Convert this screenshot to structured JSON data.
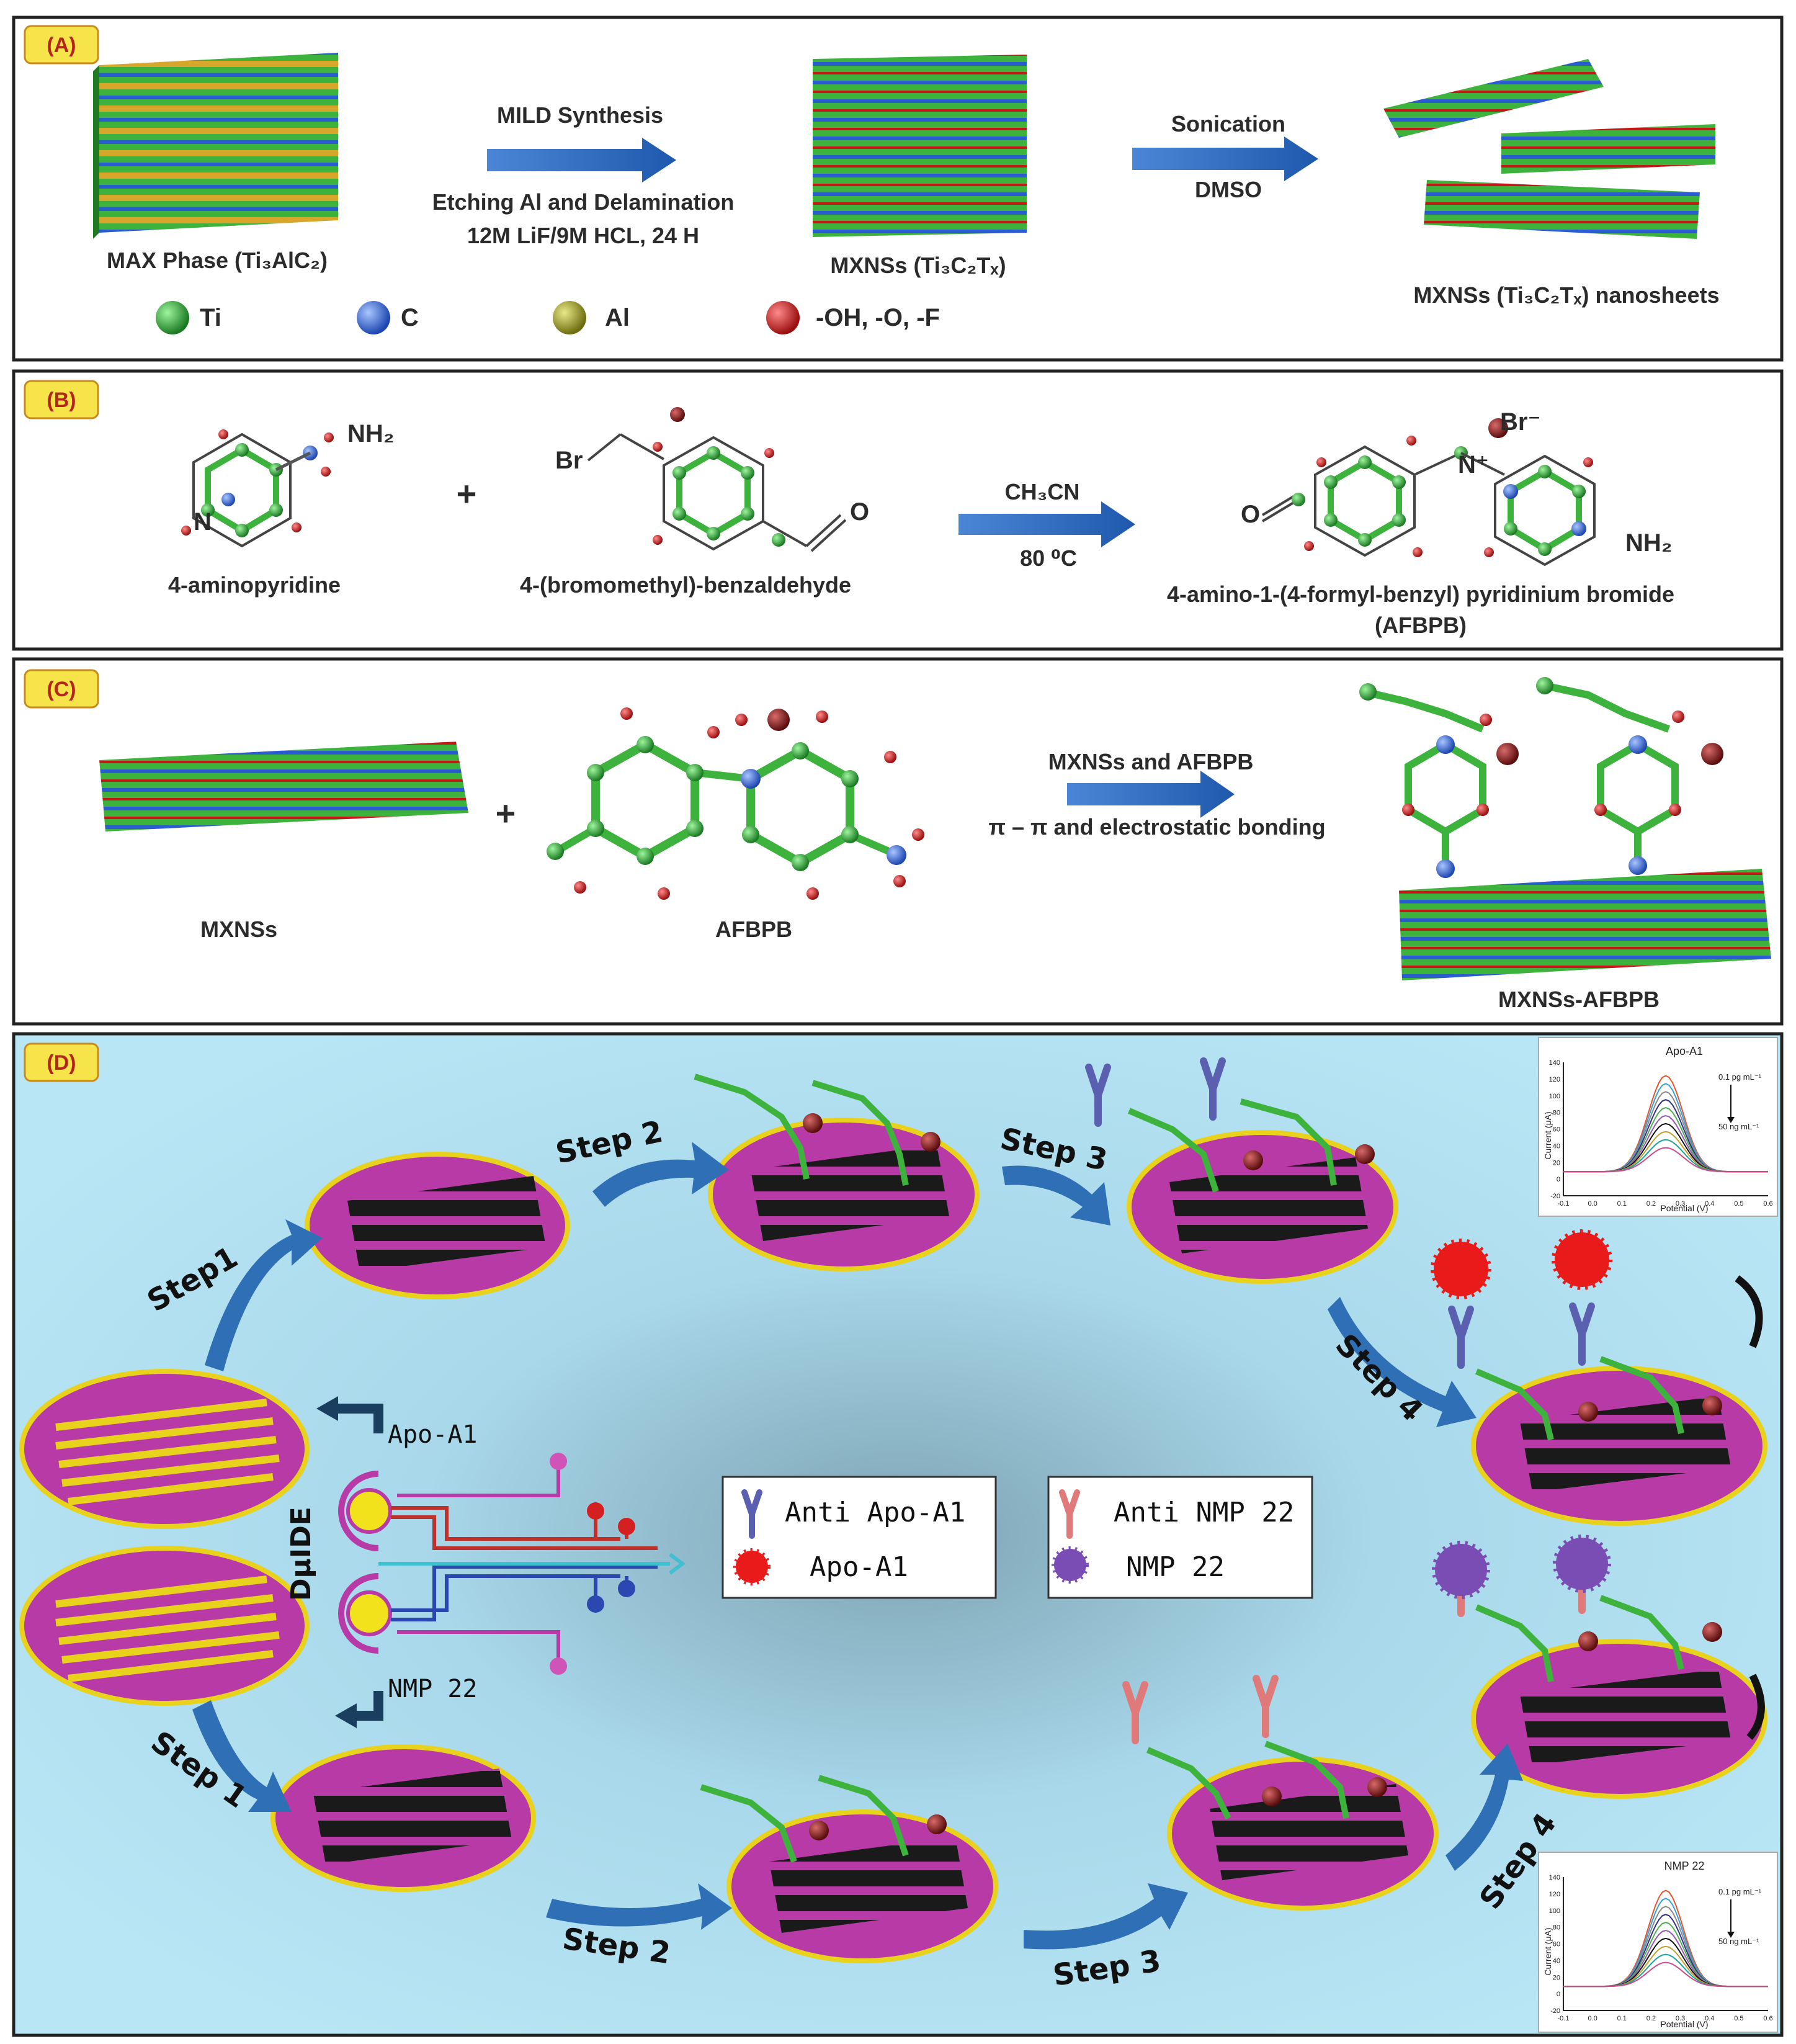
{
  "panels": {
    "a": {
      "tag": "(A)",
      "arrow1_top": "MILD Synthesis",
      "arrow1_bottom_1": "Etching Al and Delamination",
      "arrow1_bottom_2": "12M LiF/9M HCL, 24 H",
      "arrow2_top": "Sonication",
      "arrow2_bottom": "DMSO",
      "max_label": "MAX Phase (Ti₃AlC₂)",
      "mxns_label": "MXNSs (Ti₃C₂Tₓ)",
      "nanosheets_label": "MXNSs (Ti₃C₂Tₓ) nanosheets",
      "legend": [
        {
          "label": "Ti",
          "color": "#1f8a2a"
        },
        {
          "label": "C",
          "color": "#2a5bd0"
        },
        {
          "label": "Al",
          "color": "#8a8a1a"
        },
        {
          "label": "-OH, -O, -F",
          "color": "#c41818"
        }
      ]
    },
    "b": {
      "tag": "(B)",
      "nh2": "NH₂",
      "n": "N",
      "plus": "+",
      "br": "Br",
      "o": "O",
      "aminopyridine": "4-aminopyridine",
      "benzaldehyde": "4-(bromomethyl)-benzaldehyde",
      "solvent": "CH₃CN",
      "temp": "80 ⁰C",
      "product_ion": "Br⁻",
      "product_n": "N⁺",
      "product_o": "O",
      "product_nh2": "NH₂",
      "product_1": "4-amino-1-(4-formyl-benzyl) pyridinium bromide",
      "product_2": "(AFBPB)"
    },
    "c": {
      "tag": "(C)",
      "plus": "+",
      "arrow_top": "MXNSs and AFBPB",
      "arrow_bottom": "π – π and electrostatic bonding",
      "mxns": "MXNSs",
      "afbpb": "AFBPB",
      "product": "MXNSs-AFBPB"
    },
    "d": {
      "tag": "(D)",
      "steps": {
        "top1": "Step1",
        "top2": "Step 2",
        "top3": "Step 3",
        "top4": "Step 4",
        "bot1": "Step 1",
        "bot2": "Step 2",
        "bot3": "Step 3",
        "bot4": "Step 4"
      },
      "channel_apo": "Apo-A1",
      "channel_nmp": "NMP 22",
      "device": "DμIDE",
      "legend_left": [
        "Anti Apo-A1",
        "Apo-A1"
      ],
      "legend_right": [
        "Anti NMP 22",
        "NMP 22"
      ],
      "inset_top": {
        "title": "Apo-A1",
        "xlabel": "Potential (V)",
        "ylabel": "Current (μA)",
        "note_hi": "0.1 pg mL⁻¹",
        "note_lo": "50 ng mL⁻¹",
        "xticks": [
          "-0.1",
          "0.0",
          "0.1",
          "0.2",
          "0.3",
          "0.4",
          "0.5",
          "0.6"
        ],
        "yticks": [
          "140",
          "120",
          "100",
          "80",
          "60",
          "40",
          "20",
          "0",
          "-20"
        ]
      },
      "inset_bottom": {
        "title": "NMP 22",
        "xlabel": "Potential (V)",
        "ylabel": "Current (μA)",
        "note_hi": "0.1 pg mL⁻¹",
        "note_lo": "50 ng mL⁻¹",
        "xticks": [
          "-0.1",
          "0.0",
          "0.1",
          "0.2",
          "0.3",
          "0.4",
          "0.5",
          "0.6"
        ],
        "yticks": [
          "140",
          "120",
          "100",
          "80",
          "60",
          "40",
          "20",
          "0",
          "-20"
        ]
      }
    }
  },
  "colors": {
    "ti": "#1f8a2a",
    "c": "#2a5bd0",
    "al": "#c9a21e",
    "o": "#c41818",
    "arrow": "#3d6cc4",
    "tag_bg": "#f7e44a",
    "electrode": "#b73aa6",
    "gold": "#e8d21c",
    "bg_d": "#aee0f1"
  }
}
